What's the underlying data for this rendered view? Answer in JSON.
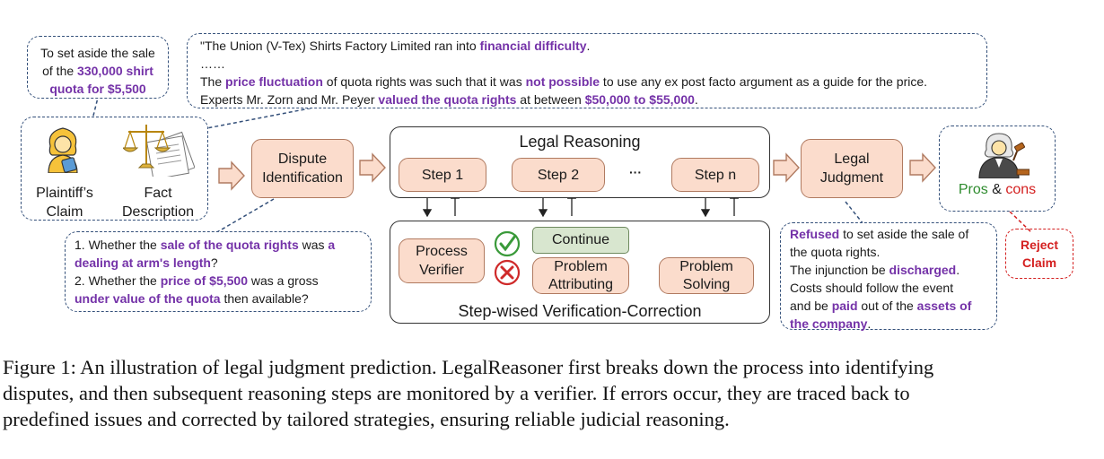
{
  "plaintiff_bubble": {
    "line1": "To set aside the sale",
    "line2": "of the ",
    "line2_hl": "330,000 shirt",
    "line3_hl": "quota for $5,500"
  },
  "fact_bubble": {
    "line1_pre": "\"The Union (V-Tex) Shirts Factory Limited ran into ",
    "line1_hl": "financial difficulty",
    "line1_post": ".",
    "line2": "……",
    "line3_pre": "The ",
    "line3_hl1": "price fluctuation",
    "line3_mid": " of quota rights was such that it was ",
    "line3_hl2": "not possible",
    "line3_post": " to use any ex post facto argument as a guide for the price.",
    "line4_pre": "Experts Mr. Zorn and Mr. Peyer ",
    "line4_hl1": "valued the quota rights",
    "line4_mid": " at between ",
    "line4_hl2": "$50,000 to $55,000",
    "line4_post": "."
  },
  "inputs": {
    "plaintiff_label_1": "Plaintiff’s",
    "plaintiff_label_2": "Claim",
    "fact_label_1": "Fact",
    "fact_label_2": "Description"
  },
  "dispute_box": {
    "line1": "Dispute",
    "line2": "Identification"
  },
  "legal_reasoning": {
    "title": "Legal Reasoning",
    "steps": [
      "Step 1",
      "Step 2",
      "Step n"
    ],
    "ellipsis": "···"
  },
  "verification": {
    "title": "Step-wised Verification-Correction",
    "verifier_1": "Process",
    "verifier_2": "Verifier",
    "continue": "Continue",
    "attr_1": "Problem",
    "attr_2": "Attributing",
    "solve_1": "Problem",
    "solve_2": "Solving"
  },
  "judgment_box": {
    "line1": "Legal",
    "line2": "Judgment"
  },
  "outcome": {
    "pros": "Pros",
    "amp": " & ",
    "cons": "cons"
  },
  "reject": {
    "line1": "Reject",
    "line2": "Claim"
  },
  "issues_bubble": {
    "l1_pre": "1. Whether the ",
    "l1_hl1": "sale of the quota rights",
    "l1_mid": " was ",
    "l1_hl2": "a",
    "l2_hl": "dealing at arm's length",
    "l2_post": "?",
    "l3_pre": "2. Whether the ",
    "l3_hl": "price of $5,500",
    "l3_post": " was a gross",
    "l4_hl": "under value of the quota",
    "l4_post": " then available?"
  },
  "judgment_bubble": {
    "l1_hl": "Refused",
    "l1_post": " to set aside the sale of",
    "l2": "the quota rights.",
    "l3_pre": "The injunction be ",
    "l3_hl": "discharged",
    "l3_post": ".",
    "l4": "Costs should follow the event",
    "l5_pre": "and be ",
    "l5_hl1": "paid",
    "l5_mid": " out of the ",
    "l5_hl2": "assets of",
    "l6_hl": "the company",
    "l6_post": "."
  },
  "caption": {
    "line1": "Figure 1: An illustration of legal judgment prediction. LegalReasoner first breaks down the process into identifying",
    "line2": "disputes, and then subsequent reasoning steps are monitored by a verifier. If errors occur, they are traced back to",
    "line3": "predefined issues and corrected by tailored strategies, ensuring reliable judicial reasoning."
  },
  "colors": {
    "highlight": "#7432a8",
    "pros": "#2e8b2e",
    "cons": "#d42020",
    "box_fill": "#fbdccc",
    "continue_fill": "#d8e6cf",
    "dashed_border": "#34507a"
  },
  "icons": [
    "plaintiff-person-icon",
    "scales-documents-icon",
    "check-circle-icon",
    "cross-circle-icon",
    "judge-gavel-icon"
  ]
}
